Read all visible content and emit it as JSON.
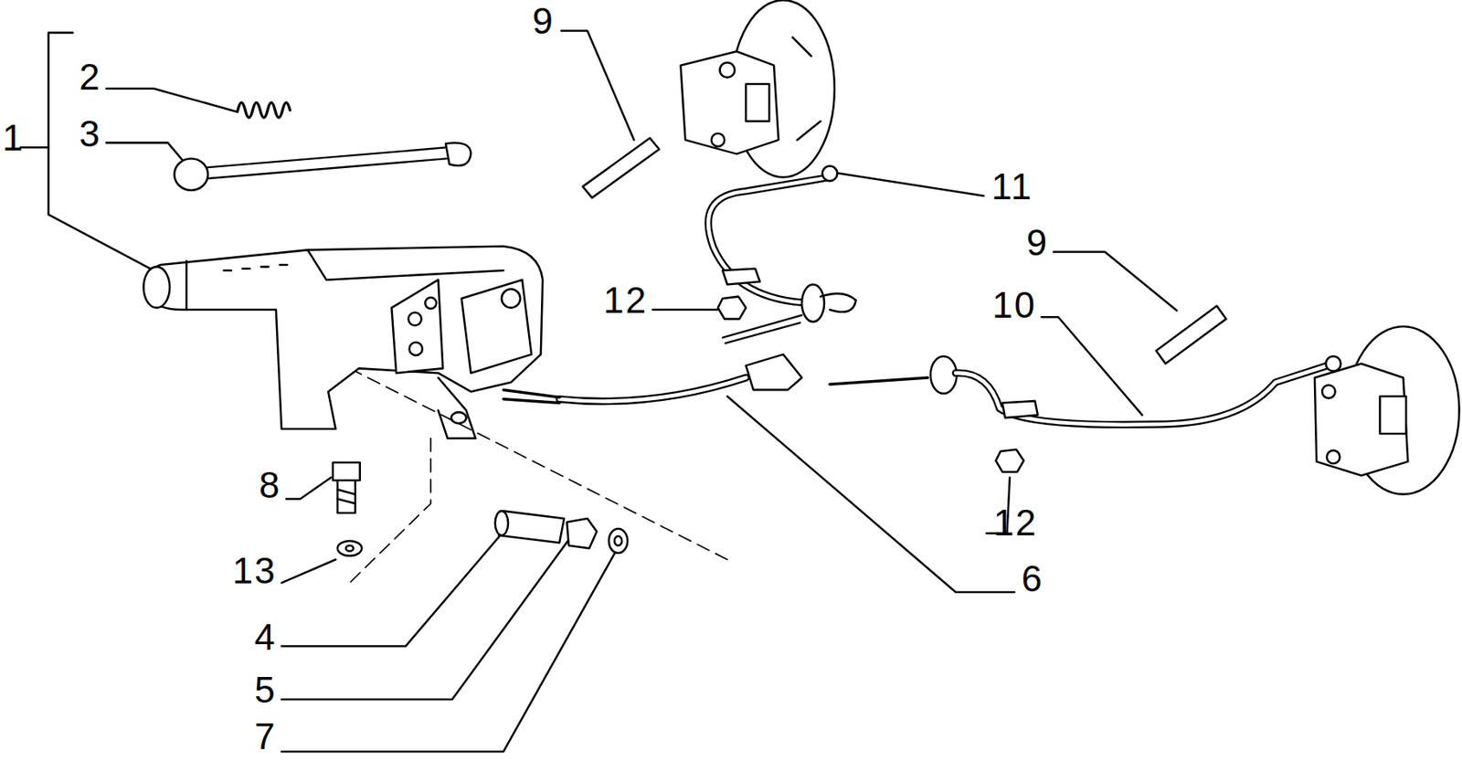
{
  "diagram": {
    "labels": [
      "9",
      "2",
      "1",
      "3",
      "11",
      "9",
      "10",
      "12",
      "8",
      "13",
      "12",
      "6",
      "4",
      "5",
      "7"
    ]
  }
}
